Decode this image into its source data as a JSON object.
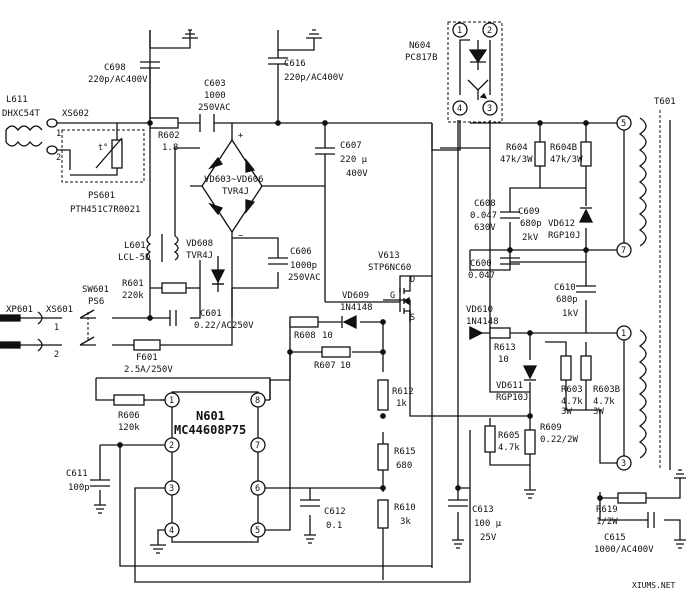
{
  "labels": {
    "L611": "L611",
    "L611_part": "DHXC54T",
    "XS602": "XS602",
    "PS601": "PS601",
    "PS601_part": "PTH451C7R0021",
    "C698": "C698",
    "C698_val": "220p/AC400V",
    "R602": "R602",
    "R602_val": "1.8",
    "C603": "C603",
    "C603_val1": "1000",
    "C603_val2": "250VAC",
    "C616": "C616",
    "C616_val": "220p/AC400V",
    "C607": "C607",
    "C607_val1": "220 μ",
    "C607_val2": "400V",
    "VD603": "VD603~VD606",
    "VD603_part": "TVR4J",
    "N604": "N604",
    "N604_part": "PC817B",
    "T601": "T601",
    "R604": "R604",
    "R604_val": "47k/3W",
    "R604B": "R604B",
    "R604B_val": "47k/3W",
    "C608": "C608",
    "C608_val1": "0.047",
    "C608_val2": "630V",
    "C609": "C609",
    "C609_val1": "680p",
    "C609_val2": "2kV",
    "VD612": "VD612",
    "VD612_part": "RGP10J",
    "L601": "L601",
    "L601_part": "LCL-5D",
    "VD608": "VD608",
    "VD608_part": "TVR4J",
    "C606": "C606",
    "C606_val1": "1000p",
    "C606_val2": "250VAC",
    "V613": "V613",
    "V613_part": "STP6NC60",
    "C600": "C600",
    "C600_val": "0.047",
    "R601": "R601",
    "R601_val": "220k",
    "SW601": "SW601",
    "PS6": "PS6",
    "XP601": "XP601",
    "XS601": "XS601",
    "C601": "C601",
    "C601_val": "0.22/AC250V",
    "VD609": "VD609",
    "VD609_part": "1N4148",
    "VD610": "VD610",
    "VD610_part": "1N4148",
    "C610": "C610",
    "C610_val1": "680p",
    "C610_val2": "1kV",
    "R608": "R608",
    "R608_val": "10",
    "F601": "F601",
    "F601_val": "2.5A/250V",
    "R607": "R607",
    "R607_val": "10",
    "R613": "R613",
    "R613_val": "10",
    "R612": "R612",
    "R612_val": "1k",
    "VD611": "VD611",
    "VD611_part": "RGP10J",
    "R603": "R603",
    "R603_val1": "4.7k",
    "R603_val2": "3W",
    "R603B": "R603B",
    "R603B_val1": "4.7k",
    "R603B_val2": "3W",
    "R606": "R606",
    "R606_val": "120k",
    "N601": "N601",
    "N601_part": "MC44608P75",
    "R605": "R605",
    "R605_val": "4.7k",
    "R609": "R609",
    "R609_val": "0.22/2W",
    "R615": "R615",
    "R615_val": "680",
    "C611": "C611",
    "C611_val": "100p",
    "C612": "C612",
    "C612_val": "0.1",
    "R610": "R610",
    "R610_val": "3k",
    "C613": "C613",
    "C613_val1": "100 μ",
    "C613_val2": "25V",
    "R619": "R619",
    "R619_val": "1/2W",
    "C615": "C615",
    "C615_val": "1000/AC400V",
    "watermark": "XIUMS.NET"
  },
  "pins": {
    "p1": "1",
    "p2": "2",
    "p3": "3",
    "p4": "4",
    "p5": "5",
    "p6": "6",
    "p7": "7",
    "p8": "8",
    "n1": "1",
    "n2": "2",
    "n3": "3",
    "n4": "4",
    "t5": "5",
    "t7": "7",
    "t1": "1",
    "t3": "3",
    "plus": "+",
    "minus": "−",
    "G": "G",
    "D": "D",
    "S": "S",
    "l1": "1",
    "l2": "2",
    "x1": "1",
    "x2": "2",
    "t_sym": "t°"
  }
}
